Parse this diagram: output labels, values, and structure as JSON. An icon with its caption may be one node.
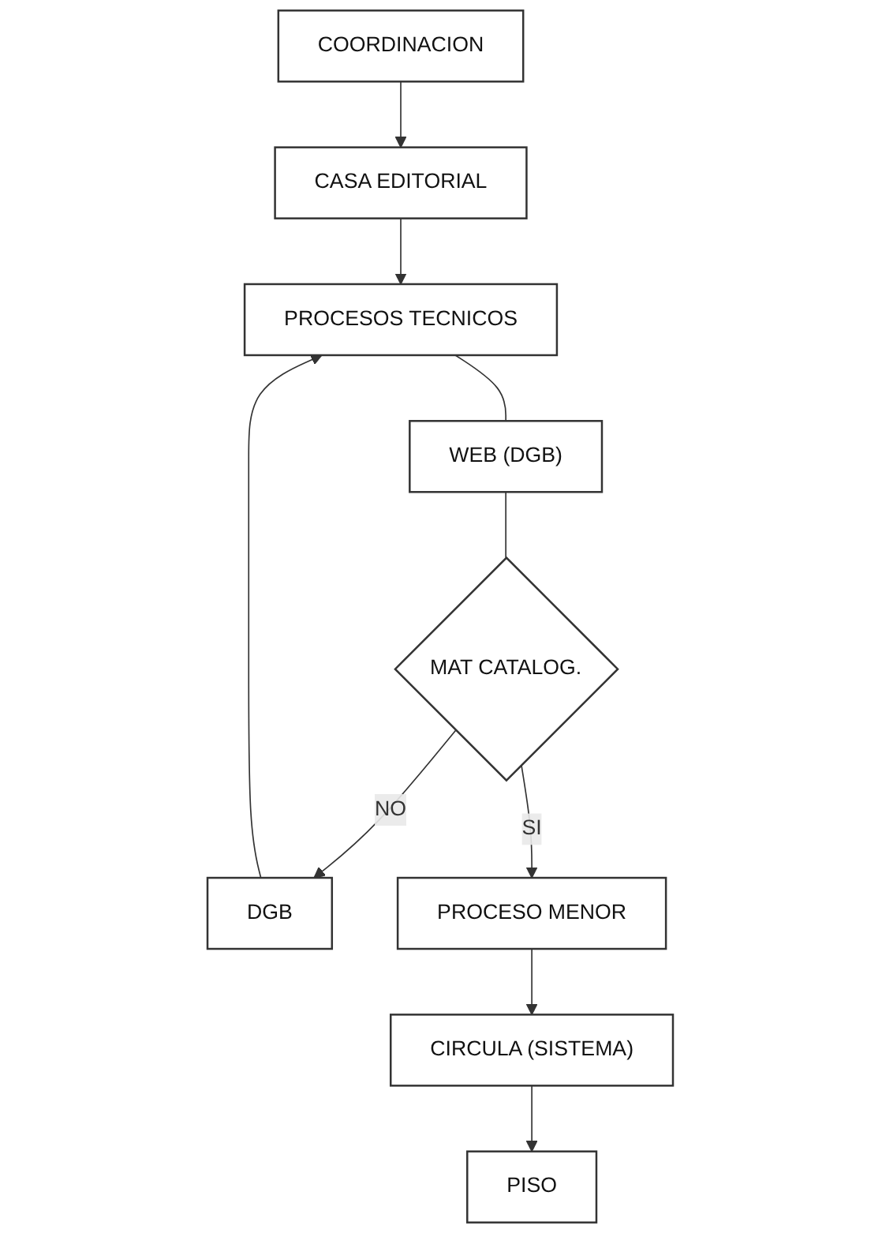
{
  "diagram": {
    "nodes": [
      {
        "text": [
          "COORDINACION"
        ]
      },
      {
        "text": [
          "CASA EDITORIAL"
        ]
      },
      {
        "text": [
          "PROCESOS TECNICOS"
        ]
      },
      {
        "text": [
          "WEB (DGB)"
        ]
      },
      {
        "text": [
          "MAT CATALOG."
        ]
      },
      {
        "text": [
          "DGB"
        ]
      },
      {
        "text": [
          "PROCESO MENOR"
        ]
      },
      {
        "text": [
          "CIRCULA (SISTEMA)"
        ]
      },
      {
        "text": [
          "PISO"
        ]
      }
    ],
    "edges": [
      {
        "from": 0,
        "to": 1,
        "arrow": "to"
      },
      {
        "from": 1,
        "to": 2,
        "arrow": "to"
      },
      {
        "from": 2,
        "to": 3,
        "arrow": "none"
      },
      {
        "from": 3,
        "to": 4,
        "arrow": "none"
      },
      {
        "from": 4,
        "to": 5,
        "arrow": "to",
        "label": "NO"
      },
      {
        "from": 5,
        "to": 2,
        "arrow": "to"
      },
      {
        "from": 4,
        "to": 6,
        "arrow": "to",
        "label": "SI"
      },
      {
        "from": 6,
        "to": 7,
        "arrow": "to"
      },
      {
        "from": 7,
        "to": 8,
        "arrow": "to"
      }
    ]
  }
}
